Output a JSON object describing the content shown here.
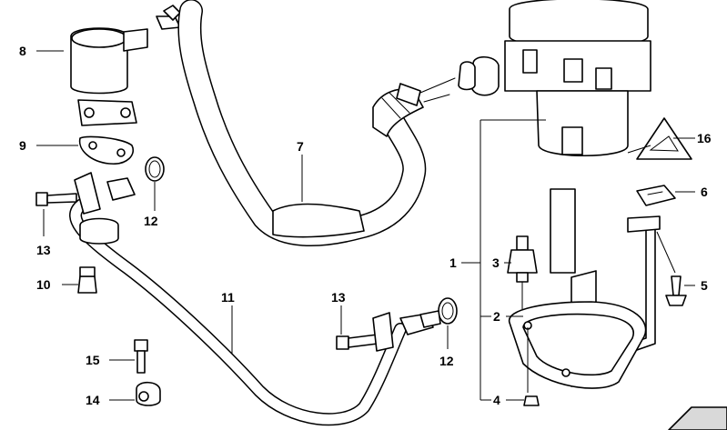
{
  "callouts": {
    "c1": "1",
    "c2": "2",
    "c3": "3",
    "c4": "4",
    "c5": "5",
    "c6": "6",
    "c7": "7",
    "c8": "8",
    "c9": "9",
    "c10": "10",
    "c11": "11",
    "c12a": "12",
    "c12b": "12",
    "c13a": "13",
    "c13b": "13",
    "c14": "14",
    "c15": "15",
    "c16": "16"
  },
  "icons": {
    "warning_label": "warning-triangle-icon"
  },
  "colors": {
    "line": "#000000",
    "background": "#ffffff"
  }
}
